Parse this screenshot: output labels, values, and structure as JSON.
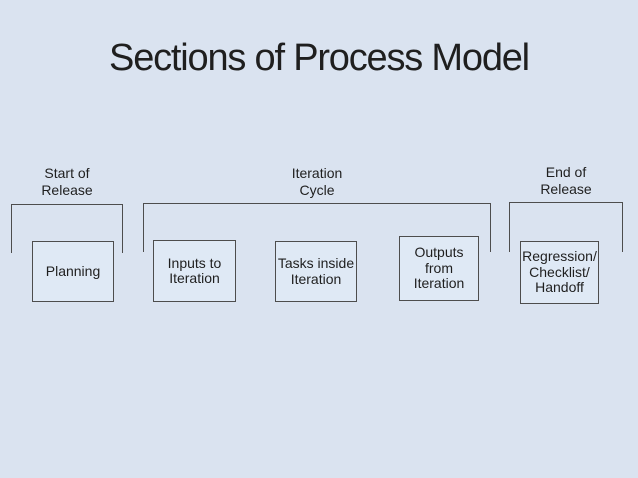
{
  "colors": {
    "background": "#dae3f0",
    "box_fill": "#dfe9f5",
    "line": "#4d4d4d",
    "text": "#1f1f1f"
  },
  "title": "Sections of Process Model",
  "diagram": {
    "groups": [
      {
        "label": "Start of\nRelease"
      },
      {
        "label": "Iteration\nCycle"
      },
      {
        "label": "End of\nRelease"
      }
    ],
    "boxes": [
      {
        "text": "Planning"
      },
      {
        "text": "Inputs to\nIteration"
      },
      {
        "text": "Tasks inside\nIteration"
      },
      {
        "text": "Outputs\nfrom\nIteration"
      },
      {
        "text": "Regression/\nChecklist/\nHandoff"
      }
    ]
  }
}
